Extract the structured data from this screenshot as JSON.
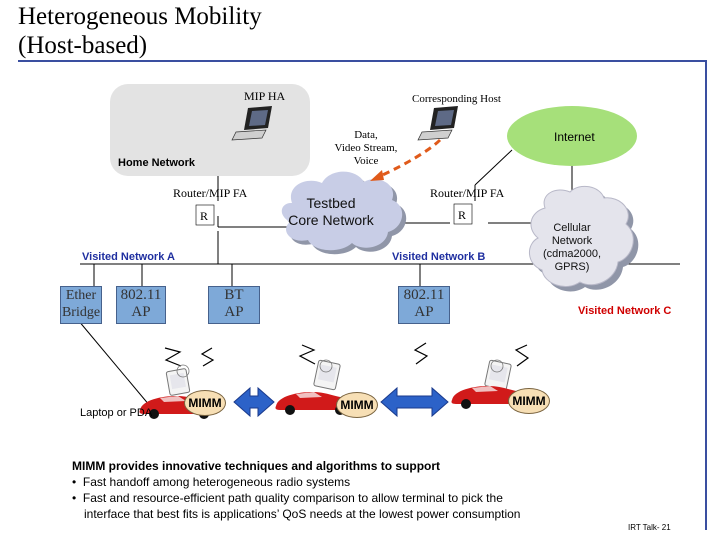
{
  "title": {
    "line1": "Heterogeneous Mobility",
    "line2": "(Host-based)"
  },
  "labels": {
    "mip_ha": "MIP HA",
    "corresponding_host": "Corresponding Host",
    "internet": "Internet",
    "data_line1": "Data,",
    "data_line2": "Video Stream,",
    "data_line3": "Voice",
    "home_network": "Home Network",
    "router_left": "Router/MIP FA",
    "router_right": "Router/MIP FA",
    "testbed_line1": "Testbed",
    "testbed_line2": "Core Network",
    "r_left": "R",
    "r_right": "R",
    "cellular_line1": "Cellular",
    "cellular_line2": "Network",
    "cellular_line3": "(cdma2000,",
    "cellular_line4": "GPRS)",
    "visited_a": "Visited Network A",
    "visited_b": "Visited Network B",
    "visited_c": "Visited Network C",
    "ether_line1": "Ether",
    "ether_line2": "Bridge",
    "ap1_line1": "802.11",
    "ap1_line2": "AP",
    "bt_line1": "BT",
    "bt_line2": "AP",
    "ap2_line1": "802.11",
    "ap2_line2": "AP",
    "mimm": "MIMM",
    "laptop": "Laptop or PDA"
  },
  "notes": {
    "head": "MIMM provides innovative techniques and algorithms to support",
    "bullet1": "Fast handoff  among heterogeneous radio systems",
    "bullet2a": "Fast and resource-efficient path quality comparison to allow terminal to pick the",
    "bullet2b": "interface that best fits is applications’ QoS needs at the lowest power consumption"
  },
  "footer": "IRT Talk- 21",
  "colors": {
    "rule": "#3a4fa0",
    "internet": "#a6e07a",
    "cloud": "#c8cde6",
    "box": "#7ea9d8",
    "mimm": "#f7dfb5",
    "home_area": "#e3e3e3",
    "data_arrow": "#e05a1a"
  }
}
